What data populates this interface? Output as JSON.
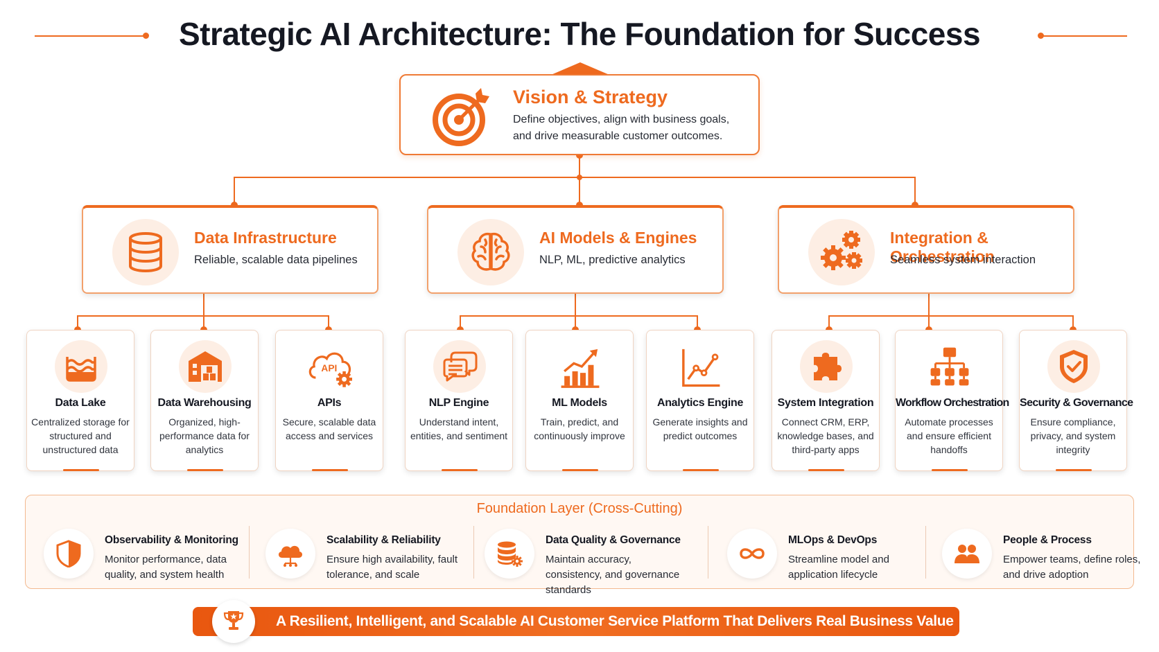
{
  "title": "Strategic AI Architecture: The Foundation for Success",
  "colors": {
    "accent": "#ee6a1f",
    "tint": "#fdeee4",
    "text": "#151822"
  },
  "vision": {
    "title": "Vision & Strategy",
    "description": "Define objectives, align with business goals, and drive measurable customer outcomes.",
    "icon": "target-arrow-icon"
  },
  "pillars": [
    {
      "title": "Data Infrastructure",
      "description": "Reliable, scalable data pipelines",
      "icon": "database-icon",
      "components": [
        {
          "title": "Data Lake",
          "description": "Centralized storage for structured and unstructured data",
          "icon": "water-waves-icon"
        },
        {
          "title": "Data Warehousing",
          "description": "Organized, high-performance data for analytics",
          "icon": "warehouse-icon"
        },
        {
          "title": "APIs",
          "description": "Secure, scalable data access and services",
          "icon": "api-cloud-gear-icon",
          "icon_text": "API"
        }
      ]
    },
    {
      "title": "AI Models & Engines",
      "description": "NLP, ML, predictive analytics",
      "icon": "brain-icon",
      "components": [
        {
          "title": "NLP Engine",
          "description": "Understand intent, entities, and sentiment",
          "icon": "chat-bubbles-icon"
        },
        {
          "title": "ML Models",
          "description": "Train, predict, and continuously improve",
          "icon": "bar-chart-trend-icon"
        },
        {
          "title": "Analytics Engine",
          "description": "Generate insights and predict outcomes",
          "icon": "line-chart-icon"
        }
      ]
    },
    {
      "title": "Integration & Orchestration",
      "description": "Seamless system interaction",
      "icon": "gears-icon",
      "components": [
        {
          "title": "System Integration",
          "description": "Connect CRM, ERP, knowledge bases, and third-party apps",
          "icon": "puzzle-piece-icon"
        },
        {
          "title": "Workflow Orchestration",
          "description": "Automate processes and ensure efficient handoffs",
          "icon": "hierarchy-icon"
        },
        {
          "title": "Security & Governance",
          "description": "Ensure compliance, privacy, and system integrity",
          "icon": "shield-check-icon"
        }
      ]
    }
  ],
  "foundation": {
    "title": "Foundation Layer (Cross-Cutting)",
    "items": [
      {
        "title": "Observability & Monitoring",
        "description": "Monitor performance, data quality, and system health",
        "icon": "shield-half-icon"
      },
      {
        "title": "Scalability & Reliability",
        "description": "Ensure high availability, fault tolerance, and scale",
        "icon": "cloud-network-icon"
      },
      {
        "title": "Data Quality & Governance",
        "description": "Maintain accuracy, consistency, and governance standards",
        "icon": "database-gear-icon"
      },
      {
        "title": "MLOps & DevOps",
        "description": "Streamline model and application lifecycle",
        "icon": "infinity-icon"
      },
      {
        "title": "People & Process",
        "description": "Empower teams, define roles, and drive adoption",
        "icon": "people-icon"
      }
    ]
  },
  "banner": {
    "text": "A Resilient, Intelligent, and Scalable AI Customer Service Platform That Delivers Real Business Value",
    "icon": "trophy-icon"
  }
}
